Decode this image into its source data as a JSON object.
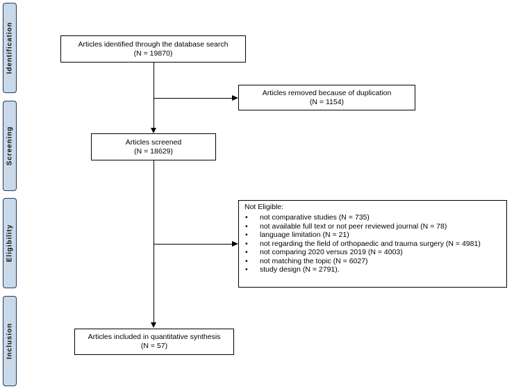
{
  "phases": [
    {
      "id": "identification",
      "label": "Identification"
    },
    {
      "id": "screening",
      "label": "Screening"
    },
    {
      "id": "eligibility",
      "label": "Eligibility"
    },
    {
      "id": "inclusion",
      "label": "Inclusion"
    }
  ],
  "boxes": {
    "identified": {
      "text": "Articles identified through the database search",
      "count": "(N = 19870)"
    },
    "duplicates": {
      "text": "Articles removed because of duplication",
      "count": "(N = 1154)"
    },
    "screened": {
      "text": "Articles screened",
      "count": "(N = 18629)"
    },
    "not_eligible": {
      "title": "Not Eligible:",
      "items": [
        "not comparative studies (N = 735)",
        "not available full text or not peer reviewed journal (N = 78)",
        "language limitation (N = 21)",
        "not regarding the field of orthopaedic and trauma surgery (N = 4981)",
        "not comparing 2020 versus 2019 (N = 4003)",
        "not matching the topic (N = 6027)",
        "study design (N = 2791)."
      ]
    },
    "included": {
      "text": "Articles included in quantitative synthesis",
      "count": "(N = 57)"
    }
  }
}
